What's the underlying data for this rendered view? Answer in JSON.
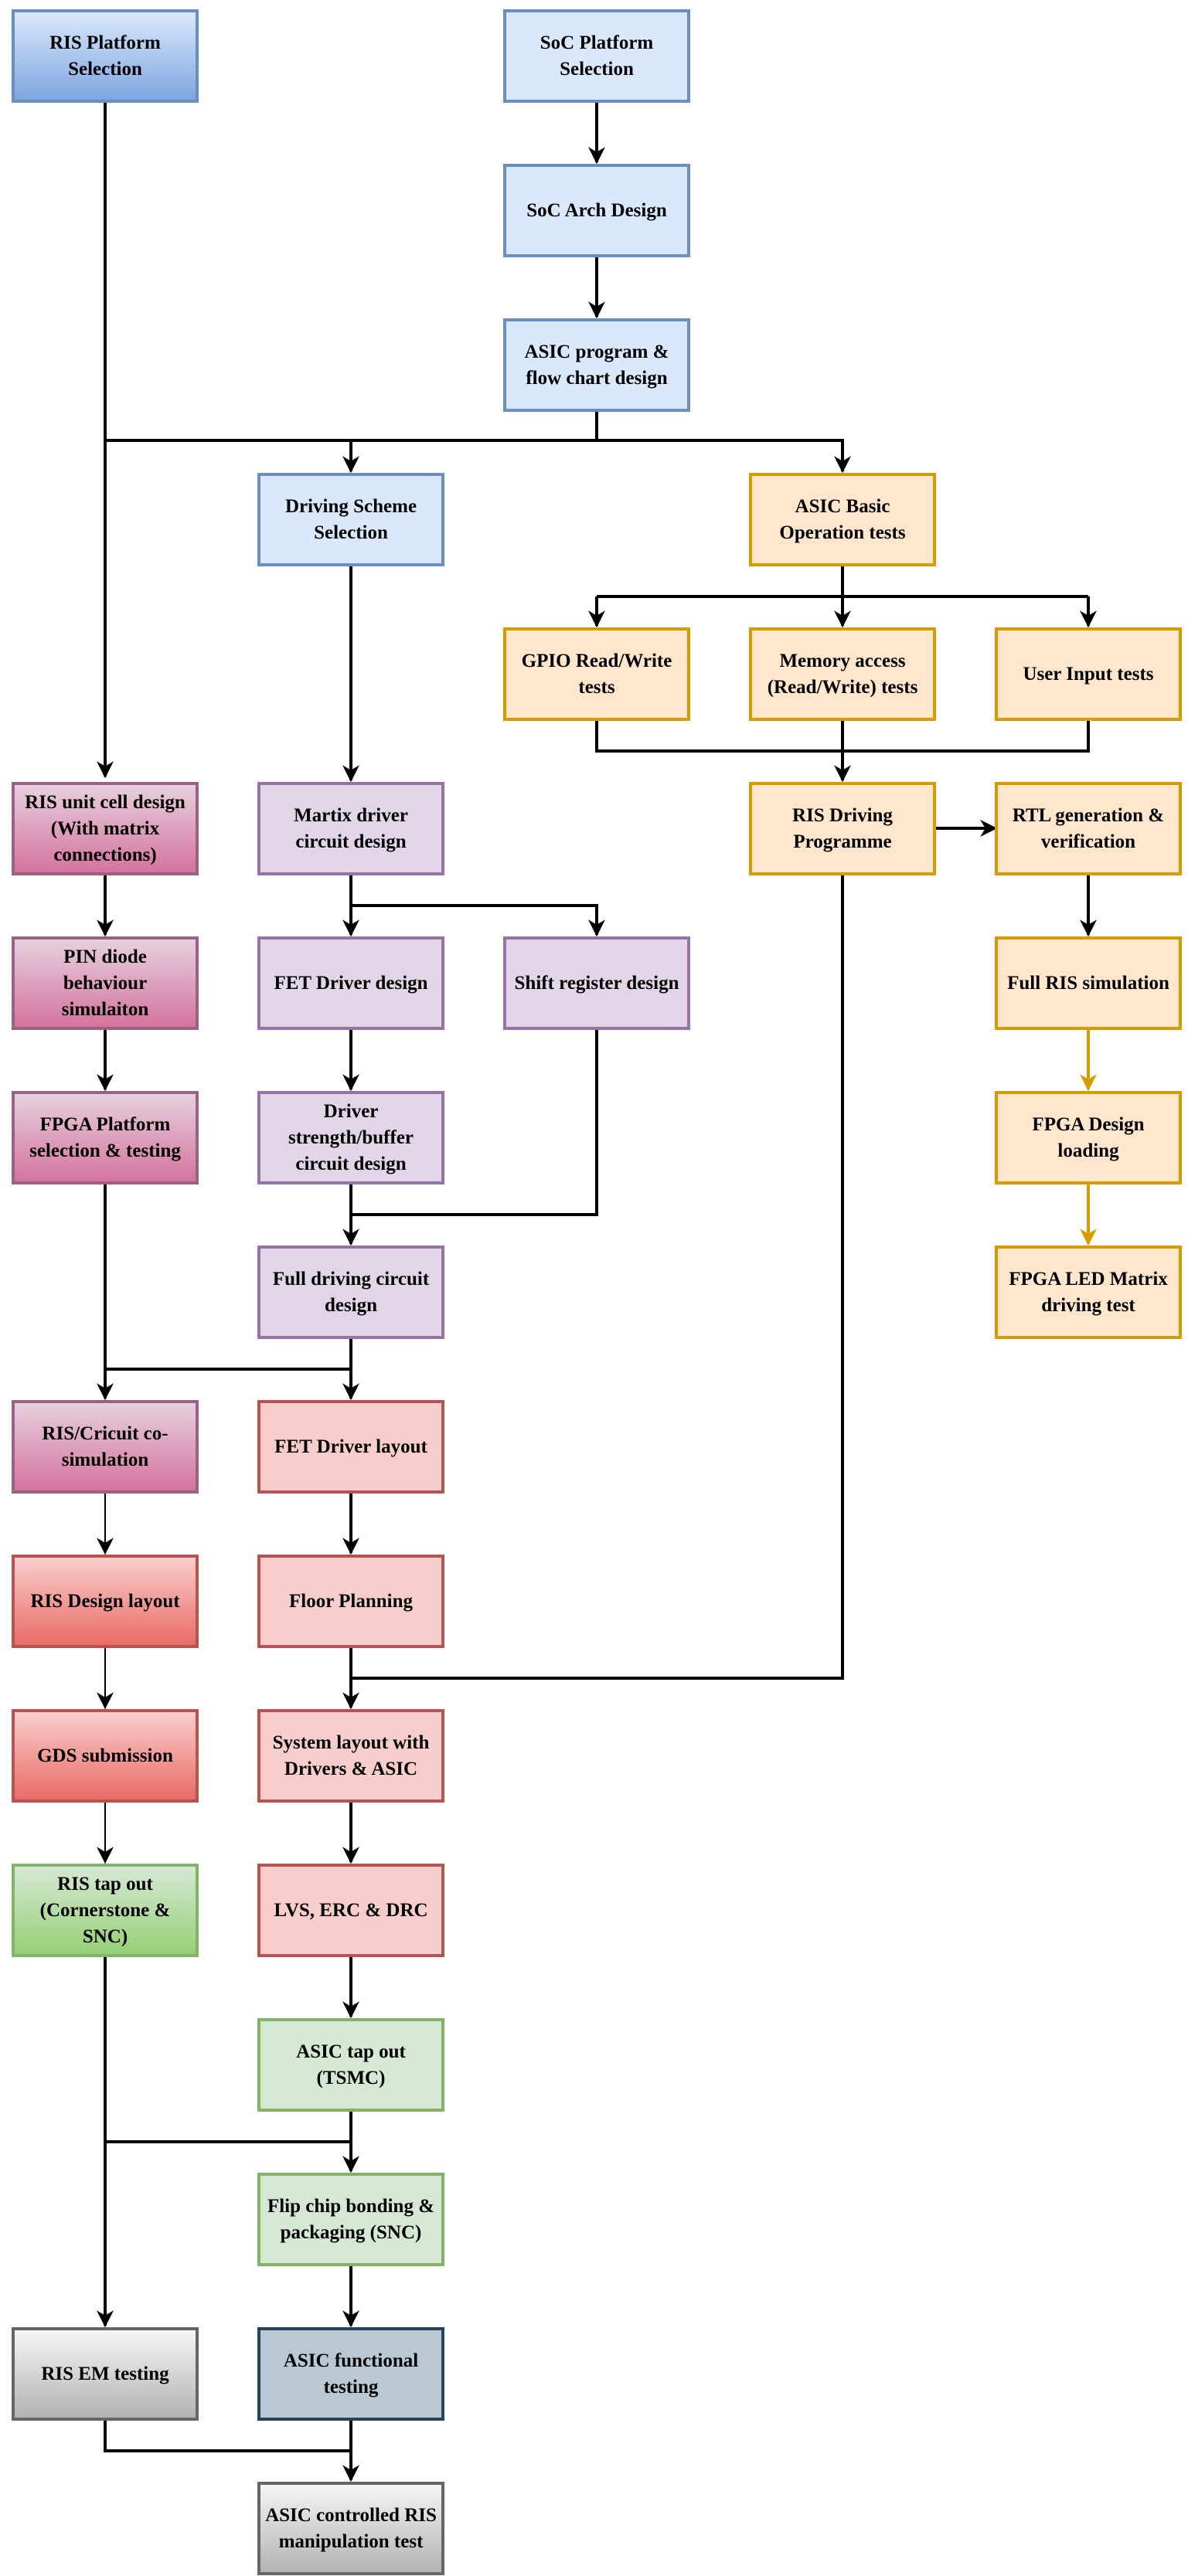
{
  "diagram": {
    "nodes": [
      {
        "id": "ris_platform",
        "label": "RIS Platform Selection"
      },
      {
        "id": "soc_platform",
        "label": "SoC Platform Selection"
      },
      {
        "id": "soc_arch",
        "label": "SoC Arch Design"
      },
      {
        "id": "asic_program",
        "label": "ASIC program & flow chart design"
      },
      {
        "id": "driving_scheme",
        "label": "Driving Scheme Selection"
      },
      {
        "id": "asic_basic",
        "label": "ASIC Basic Operation tests"
      },
      {
        "id": "gpio",
        "label": "GPIO Read/Write tests"
      },
      {
        "id": "memory",
        "label": "Memory access (Read/Write) tests"
      },
      {
        "id": "user_input",
        "label": "User Input tests"
      },
      {
        "id": "ris_unit",
        "label": "RIS unit cell design (With matrix connections)"
      },
      {
        "id": "matrix_driver",
        "label": "Martix driver circuit design"
      },
      {
        "id": "ris_driving",
        "label": "RIS Driving Programme"
      },
      {
        "id": "rtl",
        "label": "RTL generation & verification"
      },
      {
        "id": "pin_diode",
        "label": "PIN diode behaviour simulaiton"
      },
      {
        "id": "fet_driver_design",
        "label": "FET Driver design"
      },
      {
        "id": "shift_register",
        "label": "Shift register design"
      },
      {
        "id": "fpga_platform",
        "label": "FPGA Platform selection & testing"
      },
      {
        "id": "full_ris_sim",
        "label": "Full RIS simulation"
      },
      {
        "id": "driver_strength",
        "label": "Driver strength/buffer circuit design"
      },
      {
        "id": "fpga_design",
        "label": "FPGA Design loading"
      },
      {
        "id": "full_driving",
        "label": "Full driving circuit design"
      },
      {
        "id": "fpga_led",
        "label": "FPGA LED Matrix driving test"
      },
      {
        "id": "cosim",
        "label": "RIS/Cricuit co-simulation"
      },
      {
        "id": "fet_layout",
        "label": "FET Driver layout"
      },
      {
        "id": "ris_layout",
        "label": "RIS Design layout"
      },
      {
        "id": "floor_planning",
        "label": "Floor Planning"
      },
      {
        "id": "gds",
        "label": "GDS submission"
      },
      {
        "id": "system_layout",
        "label": "System layout with Drivers & ASIC"
      },
      {
        "id": "ris_tapeout",
        "label": "RIS tap out (Cornerstone & SNC)"
      },
      {
        "id": "lvs",
        "label": "LVS, ERC & DRC"
      },
      {
        "id": "asic_tapeout",
        "label": "ASIC tap out (TSMC)"
      },
      {
        "id": "flip_chip",
        "label": "Flip chip bonding & packaging (SNC)"
      },
      {
        "id": "ris_em",
        "label": "RIS EM testing"
      },
      {
        "id": "asic_functional",
        "label": "ASIC functional testing"
      },
      {
        "id": "asic_controlled",
        "label": "ASIC controlled RIS manipulation test"
      }
    ],
    "colors": {
      "edge": "#000000",
      "edge_fpga": "#d79b00"
    }
  }
}
